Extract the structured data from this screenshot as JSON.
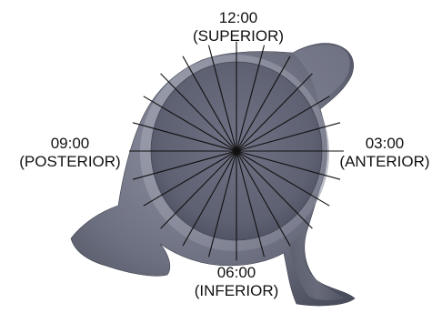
{
  "labels": {
    "top": {
      "time": "12:00",
      "direction": "(SUPERIOR)"
    },
    "right": {
      "time": "03:00",
      "direction": "(ANTERIOR)"
    },
    "bottom": {
      "time": "06:00",
      "direction": "(INFERIOR)"
    },
    "left": {
      "time": "09:00",
      "direction": "(POSTERIOR)"
    }
  },
  "clock_face": {
    "ray_count": 24
  },
  "colors": {
    "bone_base": "#6d7080",
    "bone_dark": "#4a4d5b",
    "bone_light": "#a4a7b6",
    "socket": "#5e6172",
    "lines": "#111111",
    "text": "#111111"
  }
}
